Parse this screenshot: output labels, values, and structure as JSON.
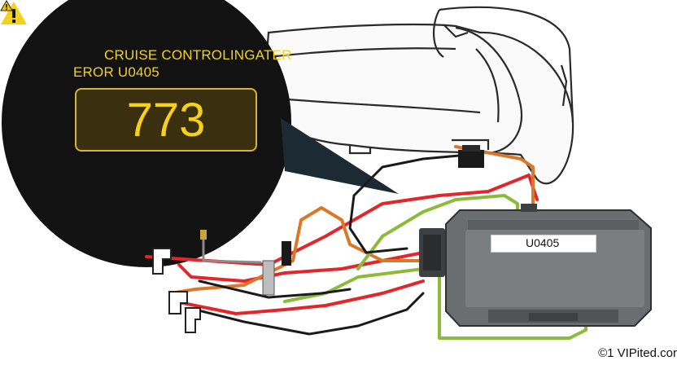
{
  "zoom_display": {
    "line1": "CRUISE CONTROLINGATER",
    "line2": "EROR U0405",
    "code": "773"
  },
  "module": {
    "label": "U0405"
  },
  "credit": "©1 VIPited.cor",
  "colors": {
    "display_background": "#111111",
    "display_text": "#f2d21b",
    "wire_red": "#e3262b",
    "wire_orange": "#d9772a",
    "wire_green": "#8cbb39",
    "wire_black": "#1a1a1a",
    "module_body": "#6a6e70"
  },
  "icons": [
    "warning-icon",
    "warning-icon-small"
  ]
}
